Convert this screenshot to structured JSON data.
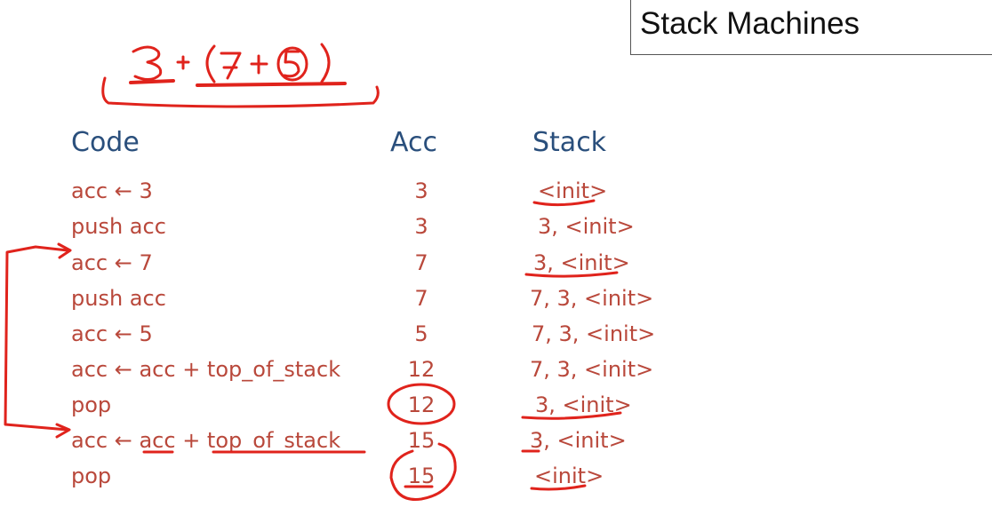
{
  "slide": {
    "title": "Stack Machines",
    "expression": "3 + (7 + 5)",
    "headers": {
      "code": "Code",
      "acc": "Acc",
      "stack": "Stack"
    },
    "rows": [
      {
        "code": "acc ← 3",
        "acc": "3",
        "stack": "<init>"
      },
      {
        "code": "push acc",
        "acc": "3",
        "stack": "3, <init>"
      },
      {
        "code": "acc ← 7",
        "acc": "7",
        "stack": "3, <init>"
      },
      {
        "code": "push acc",
        "acc": "7",
        "stack": "7, 3, <init>"
      },
      {
        "code": "acc ← 5",
        "acc": "5",
        "stack": "7, 3, <init>"
      },
      {
        "code": "acc ← acc + top_of_stack",
        "acc": "12",
        "stack": "7, 3, <init>"
      },
      {
        "code": "pop",
        "acc": "12",
        "stack": "3, <init>"
      },
      {
        "code": "acc ← acc + top_of_stack",
        "acc": "15",
        "stack": "3, <init>"
      },
      {
        "code": "pop",
        "acc": "15",
        "stack": "<init>"
      }
    ]
  },
  "colors": {
    "heading": "#2a4f7c",
    "body_text": "#b9483b",
    "annotation": "#e0231c"
  }
}
